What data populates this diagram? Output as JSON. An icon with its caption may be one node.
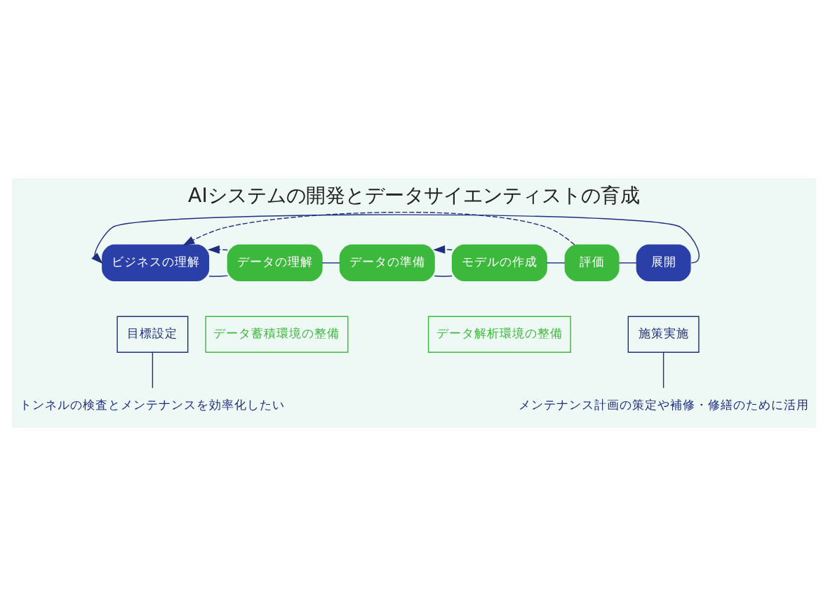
{
  "diagram": {
    "title": "AIシステムの開発とデータサイエンティストの育成",
    "nodes": [
      {
        "text": [
          "ビジネスの理解"
        ]
      },
      {
        "text": [
          "データの理解"
        ]
      },
      {
        "text": [
          "データの準備"
        ]
      },
      {
        "text": [
          "モデルの作成"
        ]
      },
      {
        "text": [
          "評価"
        ]
      },
      {
        "text": [
          "展開"
        ]
      },
      {
        "text": [
          "目標設定"
        ]
      },
      {
        "text": [
          "データ蓄積環境の整備"
        ]
      },
      {
        "text": [
          "データ解析環境の整備"
        ]
      },
      {
        "text": [
          "施策実施"
        ]
      },
      {
        "text": [
          "トンネルの検査とメンテナンスを効率化したい"
        ]
      },
      {
        "text": [
          "メンテナンス計画の策定や補修・修繕のために活用"
        ]
      }
    ],
    "edges": [
      {
        "from": 0,
        "to": 1,
        "arrow": "none"
      },
      {
        "from": 1,
        "to": 2,
        "arrow": "none"
      },
      {
        "from": 2,
        "to": 3,
        "arrow": "none"
      },
      {
        "from": 3,
        "to": 4,
        "arrow": "none"
      },
      {
        "from": 4,
        "to": 5,
        "arrow": "none"
      },
      {
        "from": 5,
        "to": 0,
        "arrow": "to"
      },
      {
        "from": 1,
        "to": 0,
        "arrow": "to",
        "style": "dashed"
      },
      {
        "from": 4,
        "to": 0,
        "arrow": "to",
        "style": "dashed"
      },
      {
        "from": 3,
        "to": 2,
        "arrow": "to",
        "style": "dashed"
      },
      {
        "from": 6,
        "to": 10,
        "arrow": "none"
      },
      {
        "from": 9,
        "to": 11,
        "arrow": "none"
      }
    ]
  }
}
